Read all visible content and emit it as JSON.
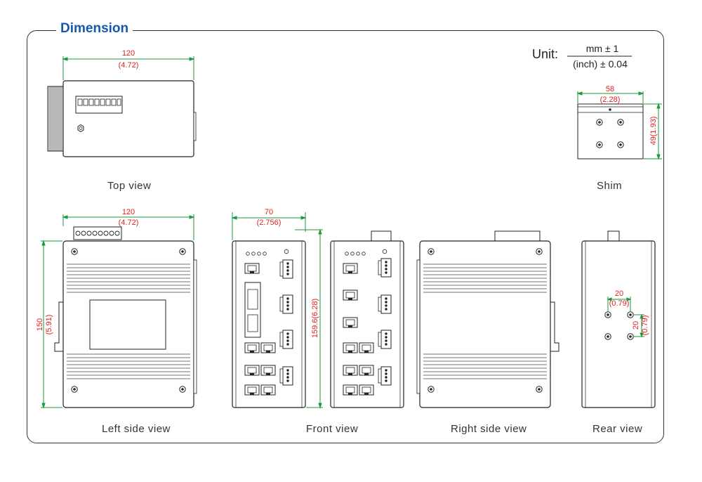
{
  "title": "Dimension",
  "unit": {
    "prefix": "Unit:",
    "numerator": "mm ± 1",
    "denominator": "(inch) ± 0.04"
  },
  "views": {
    "top": {
      "caption": "Top view",
      "width_mm": "120",
      "width_in": "(4.72)"
    },
    "shim": {
      "caption": "Shim",
      "width_mm": "58",
      "width_in": "(2.28)",
      "height": "49(1.93)"
    },
    "left": {
      "caption": "Left side view",
      "width_mm": "120",
      "width_in": "(4.72)",
      "height_mm": "150",
      "height_in": "(5.91)"
    },
    "front": {
      "caption": "Front view",
      "width_mm": "70",
      "width_in": "(2.756)",
      "height": "159.6(6.28)"
    },
    "right": {
      "caption": "Right side view"
    },
    "rear": {
      "caption": "Rear view",
      "h_spacing_mm": "20",
      "h_spacing_in": "(0.79)",
      "v_spacing_mm": "20",
      "v_spacing_in": "(0.79)"
    }
  },
  "colors": {
    "title": "#1659b0",
    "dimension_text": "#e02020",
    "dimension_line": "#1a9a3a",
    "line": "#222222"
  }
}
